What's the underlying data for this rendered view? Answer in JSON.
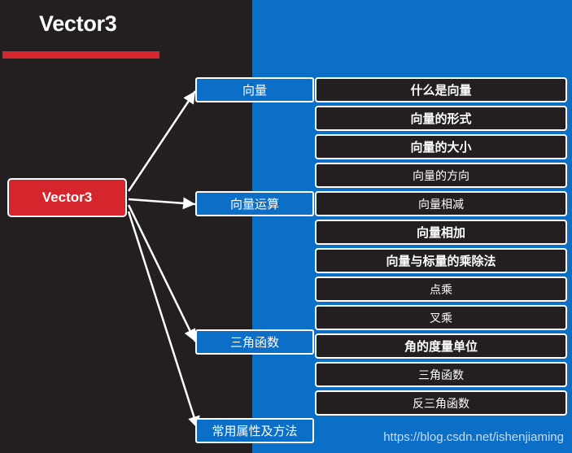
{
  "title": "Vector3",
  "root": {
    "label": "Vector3"
  },
  "branches": [
    {
      "label": "向量"
    },
    {
      "label": "向量运算"
    },
    {
      "label": "三角函数"
    },
    {
      "label": "常用属性及方法"
    }
  ],
  "leaves": [
    {
      "label": "什么是向量"
    },
    {
      "label": "向量的形式"
    },
    {
      "label": "向量的大小"
    },
    {
      "label": "向量的方向"
    },
    {
      "label": "向量相减"
    },
    {
      "label": "向量相加"
    },
    {
      "label": "向量与标量的乘除法"
    },
    {
      "label": "点乘"
    },
    {
      "label": "叉乘"
    },
    {
      "label": "角的度量单位"
    },
    {
      "label": "三角函数"
    },
    {
      "label": "反三角函数"
    }
  ],
  "watermark": "https://blog.csdn.net/ishenjiaming",
  "colors": {
    "left_background": "#231f20",
    "right_background": "#0b6fc8",
    "root_fill": "#d6262d",
    "branch_fill": "#0b6fc8",
    "leaf_fill": "#231f20",
    "accent_bar": "#d6262d",
    "line": "#ffffff"
  }
}
